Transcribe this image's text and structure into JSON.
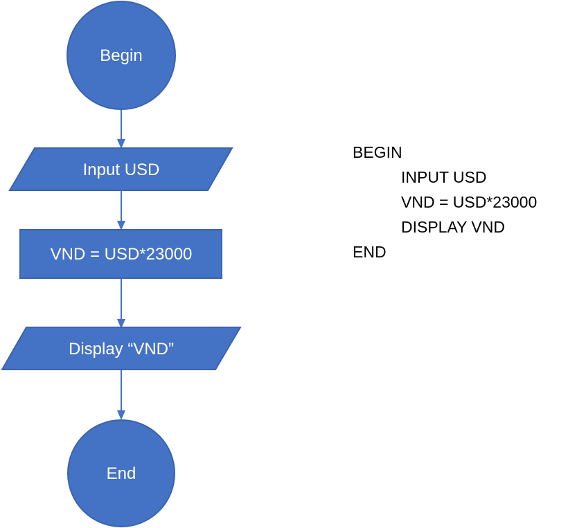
{
  "colors": {
    "shape_fill": "#4472C4",
    "shape_stroke": "#3A63AE",
    "connector": "#4472C4",
    "text_on_shape": "#FFFFFF"
  },
  "flowchart": {
    "begin": "Begin",
    "input": "Input USD",
    "process": "VND = USD*23000",
    "display": "Display “VND”",
    "end": "End"
  },
  "pseudocode": {
    "begin": "BEGIN",
    "lines": [
      "INPUT USD",
      "VND = USD*23000",
      "DISPLAY VND"
    ],
    "end": "END"
  }
}
